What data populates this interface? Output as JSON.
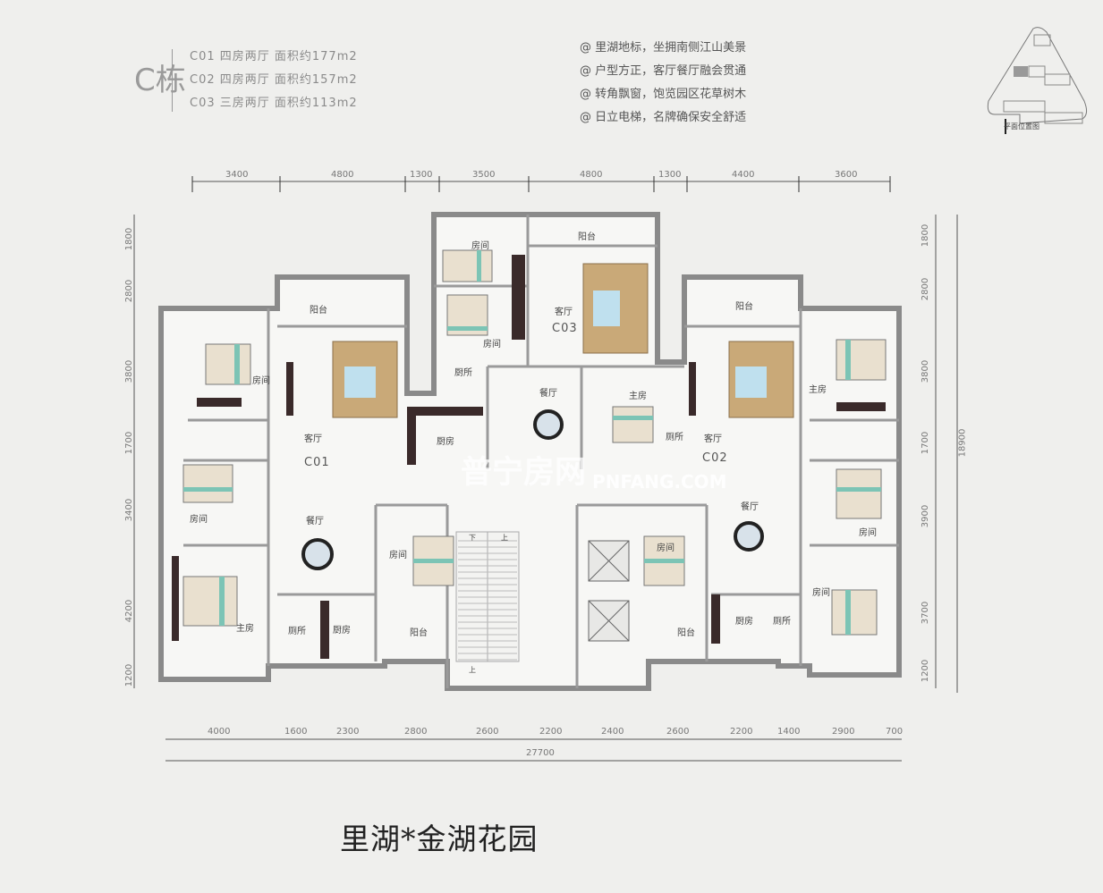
{
  "legend": {
    "building": "C栋",
    "units": [
      "C01 四房两厅 面积约177m2",
      "C02 四房两厅 面积约157m2",
      "C03 三房两厅 面积约113m2"
    ]
  },
  "features": [
    "@ 里湖地标，坐拥南侧江山美景",
    "@ 户型方正，客厅餐厅融会贯通",
    "@ 转角飘窗，饱览园区花草树木",
    "@ 日立电梯，名牌确保安全舒适"
  ],
  "site_plan_caption": "平面位置图",
  "dimensions": {
    "top": [
      "3400",
      "4800",
      "1300",
      "3500",
      "4800",
      "1300",
      "4400",
      "3600"
    ],
    "bottom": [
      "4000",
      "1600",
      "2300",
      "2800",
      "2600",
      "2200",
      "2400",
      "2600",
      "2200",
      "1400",
      "2900",
      "700"
    ],
    "bottom_total": "27700",
    "left": [
      "1800",
      "2800",
      "3800",
      "1700",
      "3400",
      "4200",
      "1200"
    ],
    "right": [
      "1800",
      "2800",
      "3800",
      "1700",
      "3900",
      "3700",
      "1200"
    ],
    "right_total": "18900"
  },
  "units_on_plan": [
    "C01",
    "C02",
    "C03"
  ],
  "rooms": [
    "阳台",
    "房间",
    "客厅",
    "房间",
    "餐厅",
    "主房",
    "厕所",
    "厨房",
    "房间",
    "阳台",
    "阳台",
    "房间",
    "房间",
    "客厅",
    "厨所",
    "厨房",
    "餐厅",
    "主房",
    "厕所",
    "阳台",
    "主房",
    "客厅",
    "房间",
    "餐厅",
    "房间",
    "房间",
    "厨房",
    "厕所",
    "阳台"
  ],
  "stairs": {
    "down": "下",
    "up": "上",
    "up2": "上"
  },
  "watermark": {
    "logo": "普宁房网",
    "url": "PNFANG.COM"
  },
  "title": "里湖*金湖花园"
}
